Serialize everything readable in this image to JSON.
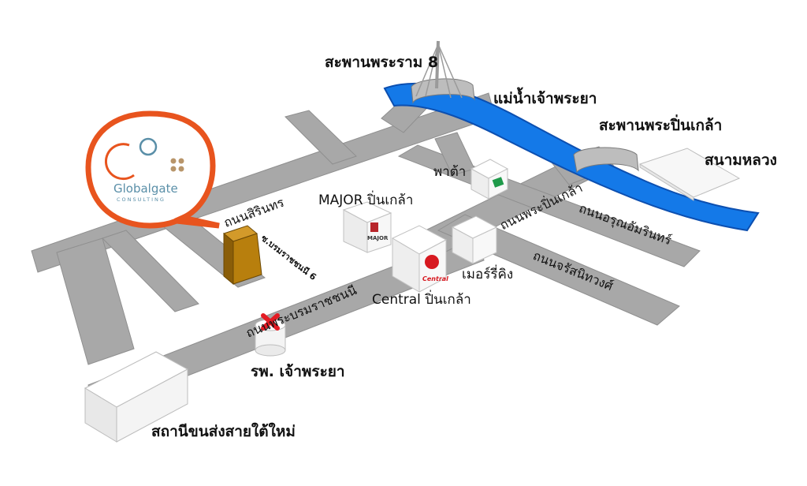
{
  "logo": {
    "name": "Globalgate",
    "tagline": "CONSULTING",
    "accent_color": "#e8541e",
    "text_color": "#5a8fa8",
    "dot_color": "#b8956a"
  },
  "colors": {
    "road": "#a8a8a8",
    "road_edge": "#8f8f8f",
    "river": "#1479e8",
    "river_edge": "#0c4fb0",
    "office_building": "#b87f0d",
    "hospital_cross": "#e31c24",
    "central_red": "#d71920",
    "major_red": "#b8262b",
    "pata_green": "#1f9a4a"
  },
  "landmarks": {
    "rama8_bridge": "สะพานพระราม 8",
    "river": "แม่น้ำเจ้าพระยา",
    "pinklao_bridge": "สะพานพระปิ่นเกล้า",
    "sanam_luang": "สนามหลวง",
    "pata": "พาต้า",
    "major": "MAJOR ปิ่นเกล้า",
    "central": "Central ปิ่นเกล้า",
    "merry_king": "เมอร์รี่คิง",
    "hospital": "รพ. เจ้าพระยา",
    "bus_terminal": "สถานีขนส่งสายใต้ใหม่"
  },
  "roads": {
    "sirindhorn": "ถนนสิรินทร",
    "borommaratchachonnani": "ถนนพระบรมราชชนนี",
    "soi_6": "ซ.บรมราชชนนี 6",
    "phra_pinklao": "ถนนพระปิ่นเกล้า",
    "arun_amarin": "ถนนอรุณอัมรินทร์",
    "charan_sanitwong": "ถนนจรัสนิทวงศ์"
  },
  "building_marks": {
    "major_name": "MAJOR",
    "central_name": "Central"
  }
}
